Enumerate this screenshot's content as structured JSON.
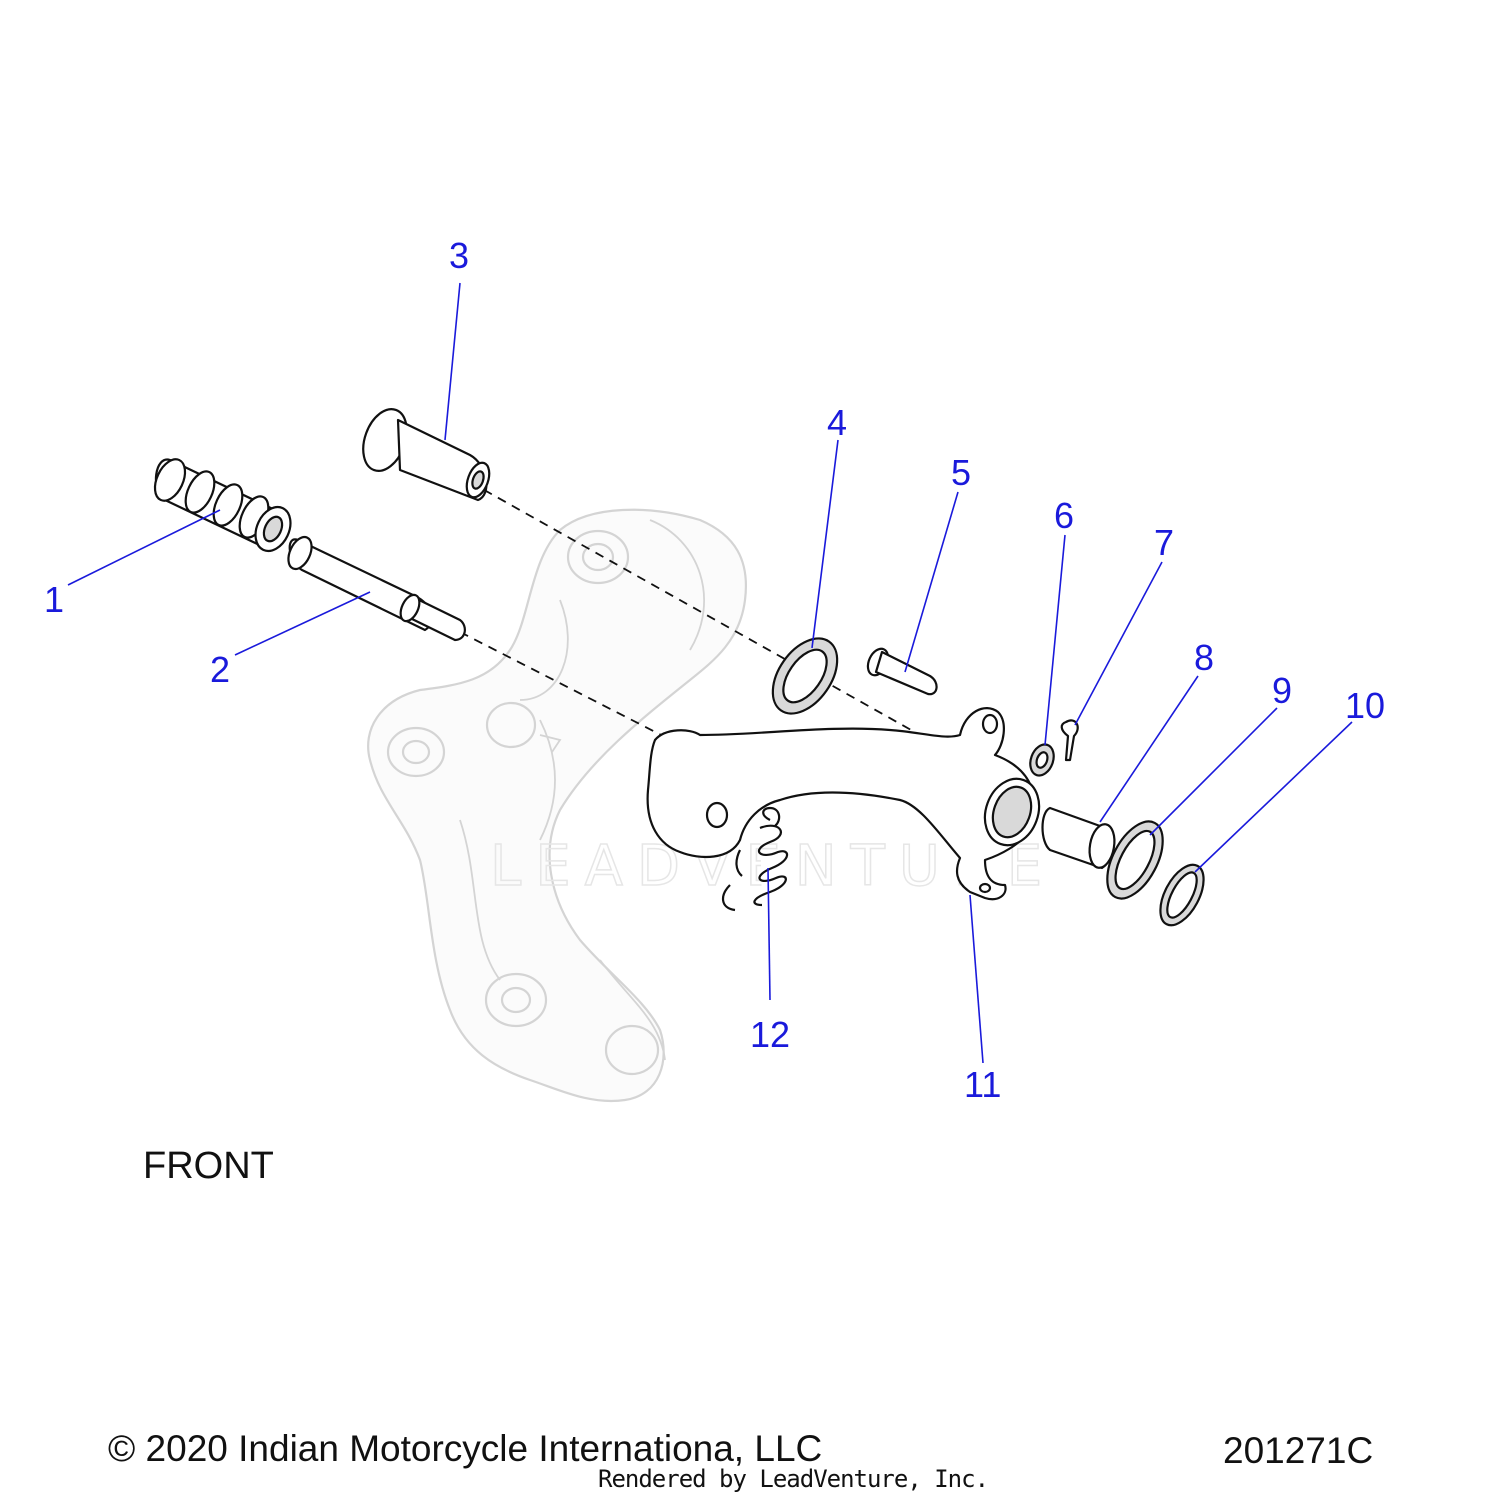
{
  "diagram": {
    "watermark": "LEADVENTURE",
    "orientation_label": "FRONT",
    "callouts": [
      {
        "id": 1,
        "label": "1"
      },
      {
        "id": 2,
        "label": "2"
      },
      {
        "id": 3,
        "label": "3"
      },
      {
        "id": 4,
        "label": "4"
      },
      {
        "id": 5,
        "label": "5"
      },
      {
        "id": 6,
        "label": "6"
      },
      {
        "id": 7,
        "label": "7"
      },
      {
        "id": 8,
        "label": "8"
      },
      {
        "id": 9,
        "label": "9"
      },
      {
        "id": 10,
        "label": "10"
      },
      {
        "id": 11,
        "label": "11"
      },
      {
        "id": 12,
        "label": "12"
      }
    ],
    "callout_color": "#1a1adb"
  },
  "footer": {
    "copyright": "© 2020 Indian Motorcycle Internationa, LLC",
    "rendered_by": "Rendered by LeadVenture, Inc.",
    "document_number": "201271C"
  }
}
